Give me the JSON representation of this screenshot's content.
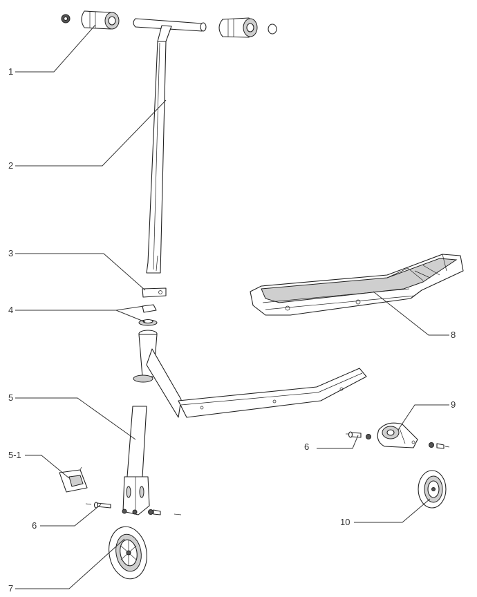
{
  "callouts": [
    {
      "id": "1",
      "label": "1"
    },
    {
      "id": "2",
      "label": "2"
    },
    {
      "id": "3",
      "label": "3"
    },
    {
      "id": "4",
      "label": "4"
    },
    {
      "id": "5",
      "label": "5"
    },
    {
      "id": "5-1",
      "label": "5-1"
    },
    {
      "id": "6a",
      "label": "6"
    },
    {
      "id": "6b",
      "label": "6"
    },
    {
      "id": "7",
      "label": "7"
    },
    {
      "id": "8",
      "label": "8"
    },
    {
      "id": "9",
      "label": "9"
    },
    {
      "id": "10",
      "label": "10"
    }
  ]
}
